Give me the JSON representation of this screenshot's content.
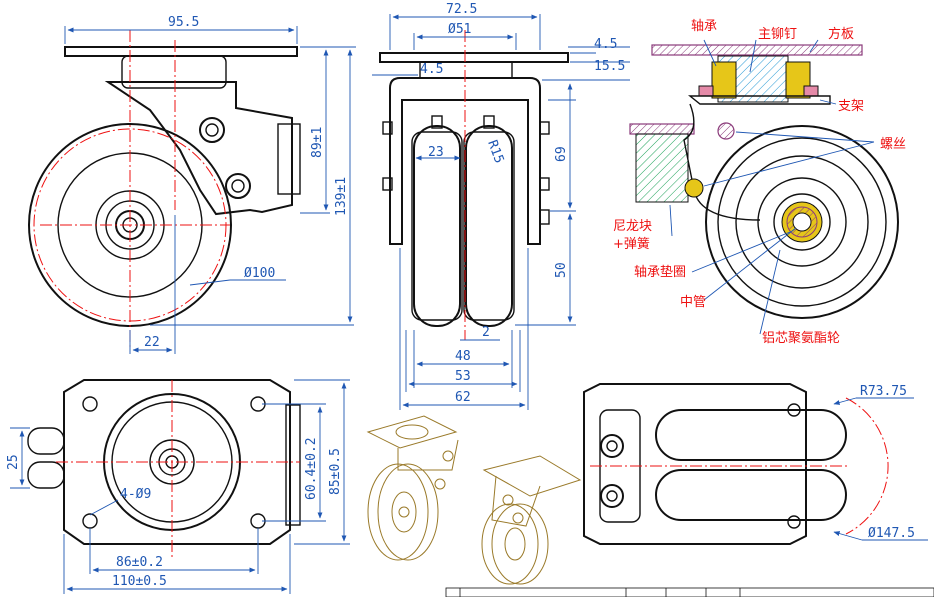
{
  "dimensions": {
    "front_width": "95.5",
    "height_plate": "89±1",
    "height_total": "139±1",
    "wheel_dia": "Ø100",
    "offset": "22",
    "side_width": "72.5",
    "bolt_circle": "Ø51",
    "d45": "4.5",
    "d155": "15.5",
    "d45b": "4.5",
    "w23": "23",
    "r15": "R15",
    "h69": "69",
    "h50": "50",
    "w2": "2",
    "w48": "48",
    "w53": "53",
    "w62": "62",
    "h25": "25",
    "holes": "4-Ø9",
    "w604": "60.4±0.2",
    "w855": "85±0.5",
    "w86": "86±0.2",
    "w110": "110±0.5",
    "r7375": "R73.75",
    "d1475": "Ø147.5"
  },
  "labels": {
    "bearing": "轴承",
    "main_rivet": "主铆钉",
    "square_plate": "方板",
    "bracket": "支架",
    "screw": "螺丝",
    "nylon_block": "尼龙块",
    "spring": "+弹簧",
    "bearing_washer": "轴承垫圈",
    "center_tube": "中管",
    "wheel": "铝芯聚氨酯轮"
  },
  "colors": {
    "outline": "#111111",
    "dimension": "#1f57b3",
    "centerline": "#e11111",
    "annotation": "#e11111",
    "hatch_green": "#1fa35a",
    "hatch_blue": "#2a9bd6",
    "yellow_part": "#e6c619",
    "pink_part": "#e58aa8",
    "purple_part": "#8a3a7a",
    "isometric": "#9a7a2a"
  }
}
